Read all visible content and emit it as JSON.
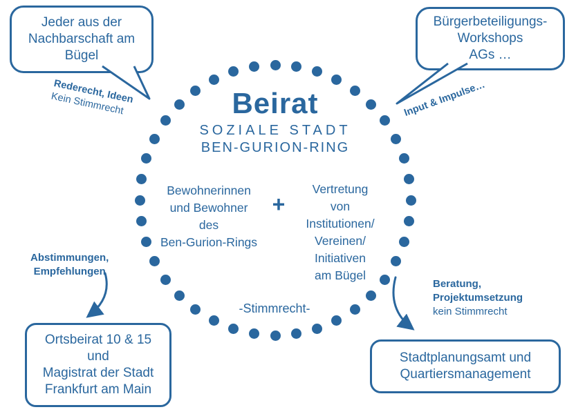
{
  "colors": {
    "blue": "#2a679e"
  },
  "center": {
    "title": "Beirat",
    "subtitle1": "SOZIALE STADT",
    "subtitle2": "BEN-GURION-RING",
    "member_left": "Bewohnerinnen\nund Bewohner\ndes\nBen-Gurion-Rings",
    "plus": "+",
    "member_right": "Vertretung\nvon\nInstitutionen/\nVereinen/\nInitiativen\nam Bügel",
    "voting": "-Stimmrecht-"
  },
  "bubbles": {
    "top_left": {
      "text": "Jeder aus der\nNachbarschaft am\nBügel"
    },
    "top_right": {
      "text": "Bürgerbeteiligungs-\nWorkshops\nAGs …"
    }
  },
  "boxes": {
    "bottom_left": {
      "text": "Ortsbeirat 10 & 15\nund\nMagistrat der Stadt\nFrankfurt am Main"
    },
    "bottom_right": {
      "text": "Stadtplanungsamt und\nQuartiersmanagement"
    }
  },
  "notes": {
    "top_left_bold": "Rederecht, Ideen",
    "top_left_regular": "Kein Stimmrecht",
    "top_right": "Input & Impulse…",
    "bottom_left": "Abstimmungen,\nEmpfehlungen",
    "bottom_right_bold": "Beratung,\nProjektumsetzung",
    "bottom_right_regular": "kein Stimmrecht"
  }
}
